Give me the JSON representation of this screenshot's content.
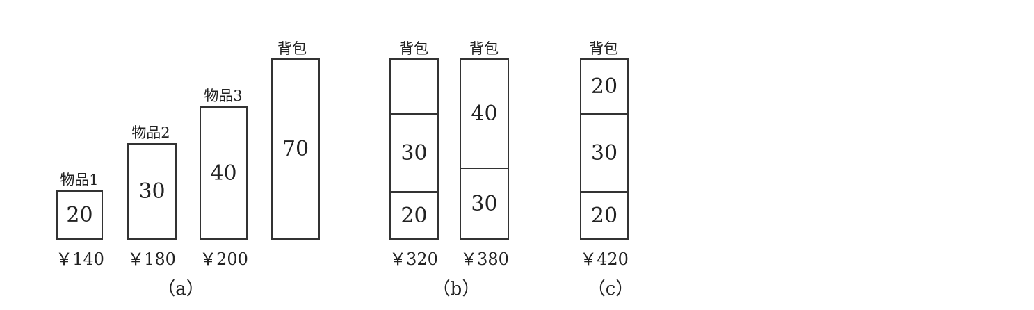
{
  "panel_a": {
    "item1": {
      "label": "物品1",
      "weight": "20",
      "price": "￥140"
    },
    "item2": {
      "label": "物品2",
      "weight": "30",
      "price": "￥180"
    },
    "item3": {
      "label": "物品3",
      "weight": "40",
      "price": "￥200"
    },
    "bag": {
      "label": "背包",
      "capacity": "70"
    },
    "caption": "（a）"
  },
  "panel_b": {
    "bag1": {
      "label": "背包",
      "segments": [
        "",
        "30",
        "20"
      ],
      "price": "￥320"
    },
    "bag2": {
      "label": "背包",
      "segments": [
        "40",
        "30"
      ],
      "price": "￥380"
    },
    "caption": "（b）"
  },
  "panel_c": {
    "bag": {
      "label": "背包",
      "segments": [
        "20",
        "30",
        "20"
      ],
      "price": "￥420"
    },
    "caption": "（c）"
  }
}
